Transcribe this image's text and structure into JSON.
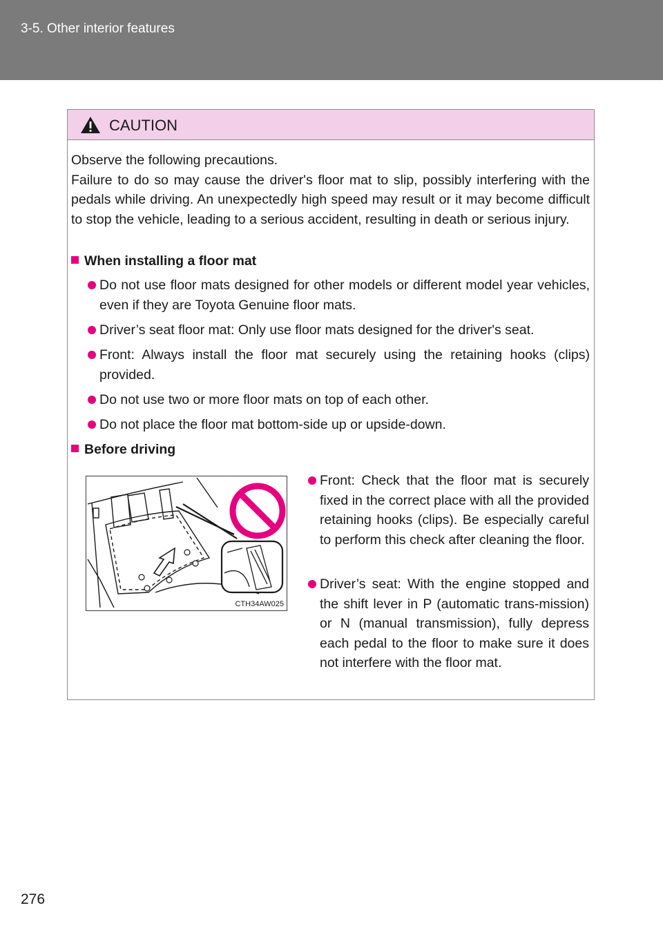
{
  "header": {
    "title": "3-5. Other interior features"
  },
  "caution": {
    "title": "CAUTION",
    "intro_lines": [
      "Observe the following precautions.",
      "Failure to do so may cause the driver's floor mat to slip, possibly interfering with the pedals while driving. An unexpectedly high speed may result or it may become difficult to stop the vehicle, leading to a serious accident, resulting in death or serious injury."
    ],
    "sections": [
      {
        "heading": "When installing a floor mat",
        "bullets": [
          "Do not use floor mats designed for other models or different model year vehicles, even if they are Toyota Genuine floor mats.",
          "Driver’s seat floor mat: Only use floor mats designed for the driver's seat.",
          "Front: Always install the floor mat securely using the retaining hooks (clips) provided.",
          "Do not use two or more floor mats on top of each other.",
          "Do not place the floor mat bottom-side up or upside-down."
        ]
      },
      {
        "heading": "Before driving",
        "bullets": [
          "Front: Check that the floor mat is securely fixed in the correct place with all the provided retaining hooks (clips). Be especially careful to perform this check after cleaning the floor.",
          "Driver’s seat: With the engine stopped and the shift lever in P (automatic trans-mission) or N (manual transmission), fully depress each pedal to the floor to make sure it does not interfere with the floor mat."
        ]
      }
    ],
    "figure": {
      "code": "CTH34AW025"
    }
  },
  "colors": {
    "accent": "#e6007e",
    "header_bg": "#7b7b7b",
    "caution_bg": "#f4cfea"
  },
  "page_number": "276"
}
